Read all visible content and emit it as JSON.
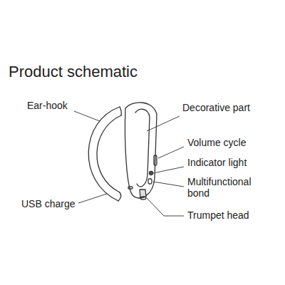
{
  "diagram": {
    "title": "Product schematic",
    "labels": [
      "Ear-hook",
      "USB charge",
      "Decorative part",
      "Volume cycle",
      "Indicator light",
      "Multifunctional bond",
      "Trumpet head"
    ]
  }
}
